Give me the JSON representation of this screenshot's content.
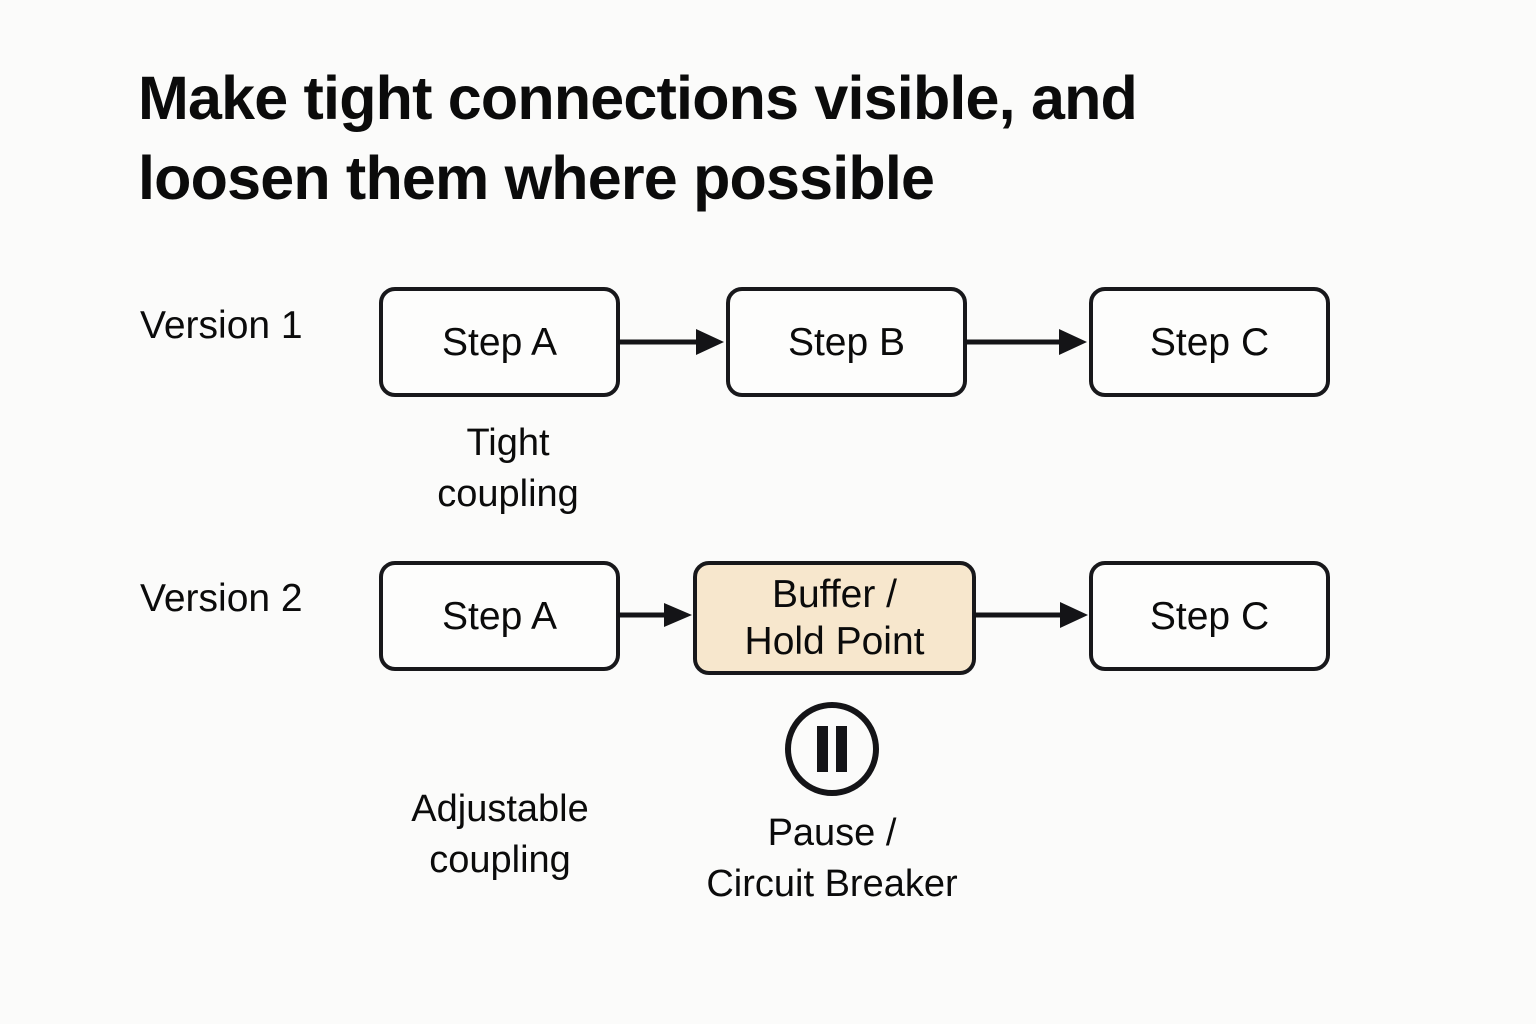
{
  "slide": {
    "title": "Make tight connections visible, and\nloosen them where possible",
    "background_color": "#fbfbfa",
    "ink_color": "#0b0b0b",
    "accent_color": "#f7e7cd"
  },
  "rows": [
    {
      "id": "version-1",
      "label": "Version 1",
      "nodes": [
        {
          "id": "step-a-1",
          "label": "Step A",
          "accent": false
        },
        {
          "id": "step-b-1",
          "label": "Step B",
          "accent": false
        },
        {
          "id": "step-c-1",
          "label": "Step C",
          "accent": false
        }
      ],
      "connectors": [
        {
          "id": "arrow-a-b",
          "from": "step-a-1",
          "to": "step-b-1",
          "style": "solid-arrow"
        },
        {
          "id": "arrow-b-c",
          "from": "step-b-1",
          "to": "step-c-1",
          "style": "solid-arrow"
        }
      ],
      "caption": "Tight\ncoupling"
    },
    {
      "id": "version-2",
      "label": "Version 2",
      "nodes": [
        {
          "id": "step-a-2",
          "label": "Step A",
          "accent": false
        },
        {
          "id": "buffer-hold-point",
          "label": "Buffer /\nHold Point",
          "accent": true
        },
        {
          "id": "step-c-2",
          "label": "Step C",
          "accent": false
        }
      ],
      "connectors": [
        {
          "id": "arrow-a-buffer",
          "from": "step-a-2",
          "to": "buffer-hold-point",
          "style": "solid-arrow"
        },
        {
          "id": "arrow-buffer-c",
          "from": "buffer-hold-point",
          "to": "step-c-2",
          "style": "solid-arrow"
        }
      ],
      "caption": "Adjustable\ncoupling"
    }
  ],
  "annotations": {
    "pause_icon_name": "pause-circle-icon",
    "pause_caption": "Pause /\nCircuit Breaker"
  }
}
